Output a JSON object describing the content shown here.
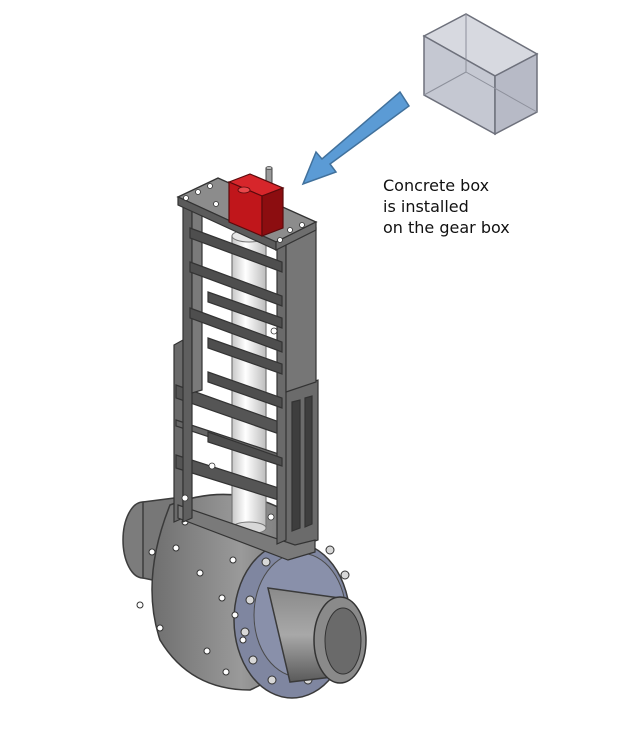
{
  "callout": {
    "lines": [
      "Concrete box",
      "is installed",
      "on the gear box"
    ]
  },
  "colors": {
    "frame": "#6b6b6b",
    "frame_dark": "#3c3c3c",
    "frame_light": "#8a8a8a",
    "body": "#7a7a7a",
    "body_dark": "#555555",
    "flange": "#7f86a0",
    "pipe": "#ededed",
    "gearbox": "#c0161b",
    "gearbox_dark": "#8c0d10",
    "box": "#c9ccd6",
    "arrow": "#5b9bd5"
  },
  "icons": {
    "concrete_box": "translucent-cube",
    "pointer": "blue-arrow",
    "valve": "knife-gate-valve-assembly"
  }
}
